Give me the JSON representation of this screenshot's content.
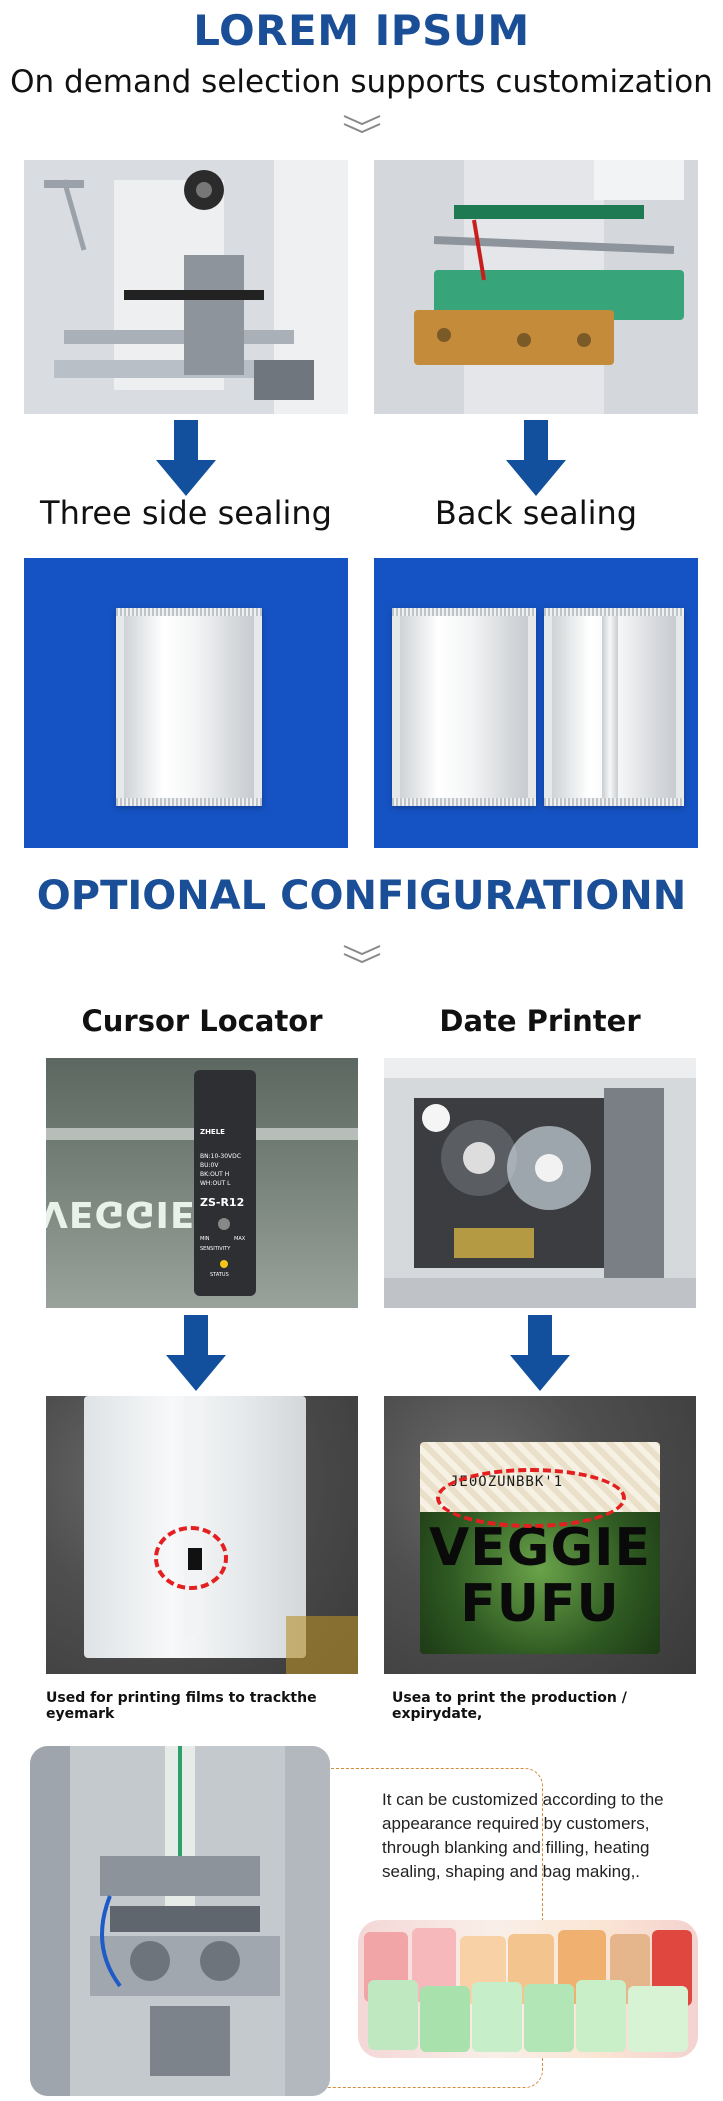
{
  "header": {
    "title": "LOREM IPSUM",
    "subtitle": "On demand selection supports customization"
  },
  "sealing": {
    "left_label": "Three side sealing",
    "right_label": "Back sealing"
  },
  "optional": {
    "title": "OPTIONAL CONFIGURATIONN",
    "left_label": "Cursor Locator",
    "right_label": "Date Printer",
    "left_caption": "Used for printing films to trackthe eyemark",
    "right_caption": "Usea to print the production / expirydate,"
  },
  "sensor": {
    "brand": "ZHELE",
    "lines": [
      "BN:10-30VDC",
      "BU:0V",
      "BK:OUT H",
      "WH:OUT L"
    ],
    "model": "ZS-R12",
    "sensitivity": "SENSITIVITY",
    "min": "MIN",
    "max": "MAX",
    "status": "STATUS"
  },
  "package_text": {
    "code": "JE0OZUNBBK'1",
    "line1": "VEGGIE",
    "line2": "FUFU",
    "background_word": "VEGGIE"
  },
  "bottom": {
    "description": "It can be customized according to the appearance required by customers, through blanking and filling, heating sealing, shaping and bag making,."
  },
  "colors": {
    "brand_blue": "#1a4f98",
    "panel_blue": "#1553c4",
    "arrow_blue": "#124f9c",
    "highlight_red": "#e41f1f",
    "dash_orange": "#d28a3c"
  }
}
